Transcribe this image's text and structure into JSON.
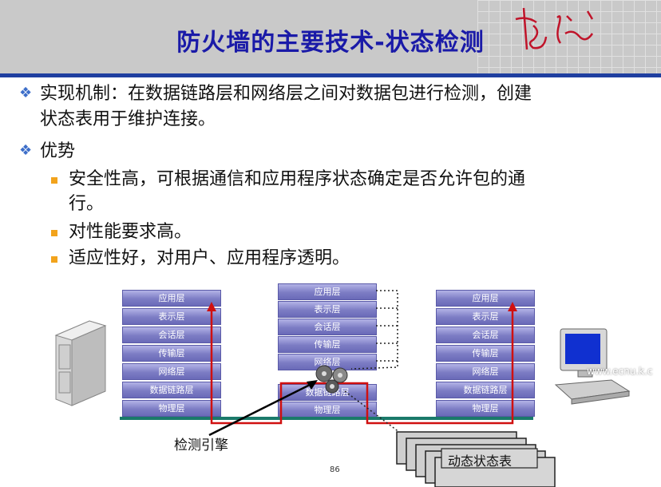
{
  "slide": {
    "title": "防火墙的主要技术-状态检测",
    "page_number": "86",
    "bullets": {
      "mechanism_line1": "实现机制：在数据链路层和网络层之间对数据包进行检测，创建",
      "mechanism_line2": "状态表用于维护连接。",
      "advantage": "优势",
      "sub1_line1": "安全性高，可根据通信和应用程序状态确定是否允许包的通",
      "sub1_line2": "行。",
      "sub2": "对性能要求高。",
      "sub3": "适应性好，对用户、应用程序透明。"
    }
  },
  "diagram": {
    "left_stack": [
      "应用层",
      "表示层",
      "会话层",
      "传输层",
      "网络层",
      "数据链路层",
      "物理层"
    ],
    "middle_stack": [
      "应用层",
      "表示层",
      "会话层",
      "传输层",
      "网络层",
      "数据链路层",
      "物理层"
    ],
    "right_stack": [
      "应用层",
      "表示层",
      "会话层",
      "传输层",
      "网络层",
      "数据链路层",
      "物理层"
    ],
    "engine_label": "检测引擎",
    "state_table_label": "动态状态表",
    "watermark": "www.ecnu.k.c"
  },
  "colors": {
    "title": "#1a1aa8",
    "path": "#d01010",
    "link": "#1a7a6a",
    "layer": "#7c7cc4"
  }
}
